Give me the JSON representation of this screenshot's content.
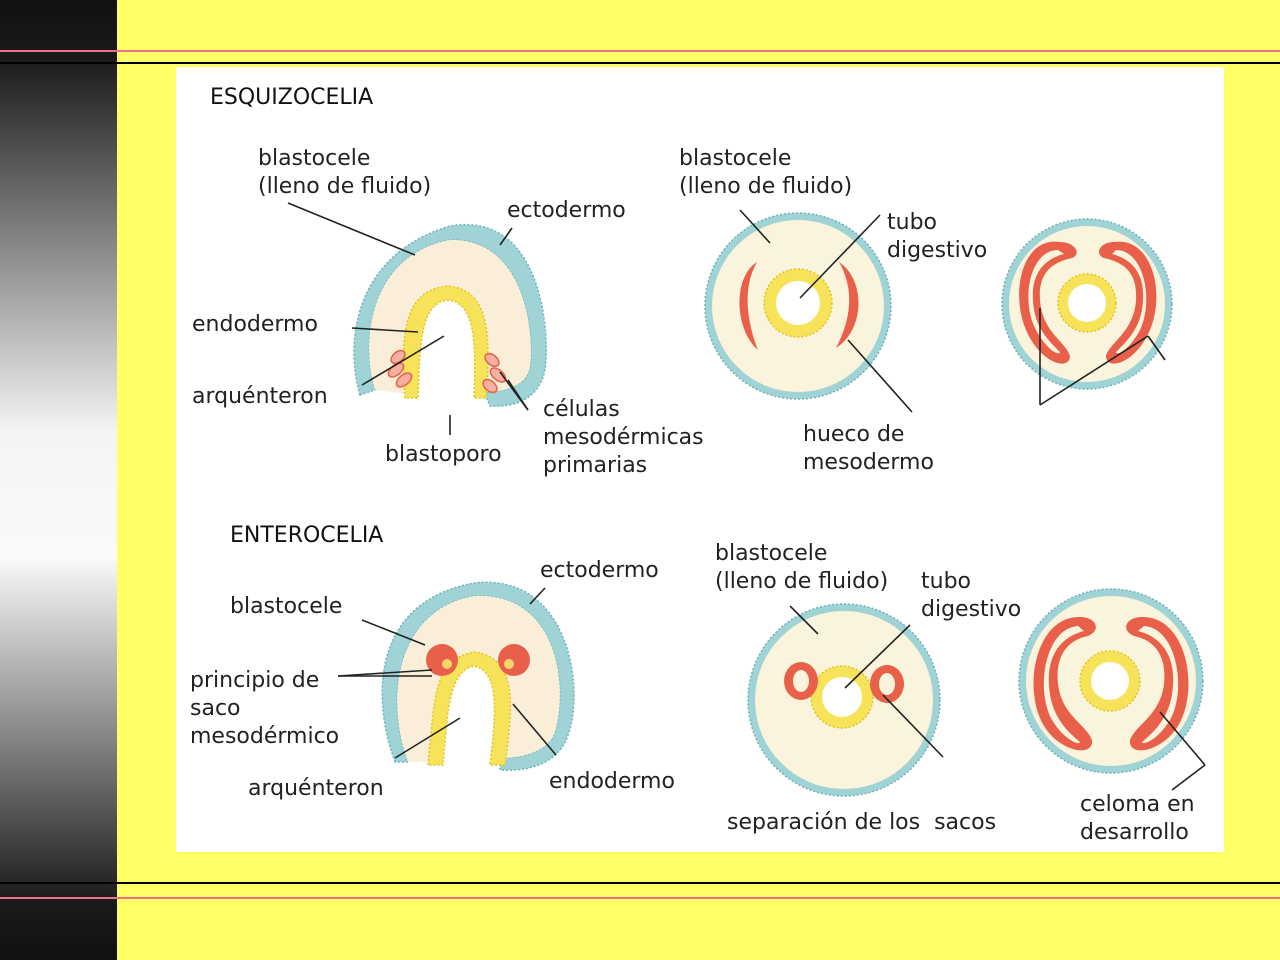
{
  "colors": {
    "slide_background": "#ffff66",
    "side_bar_dark": "#111111",
    "rule_dark": "#000000",
    "rule_pink": "#ee6f8a",
    "panel": "#ffffff",
    "blastocoel": "#fbeed8",
    "blastocoel_light": "#fbf4dc",
    "ectoderm": "#9fd3d6",
    "ectoderm_edge": "#6fb3b8",
    "endoderm": "#f7e35a",
    "endoderm_edge": "#e2c324",
    "mesoderm": "#e8604a",
    "mesoderm_light": "#f4b0a0"
  },
  "esquizocelia": {
    "title": "ESQUIZOCELIA",
    "stage1": {
      "blastocele_1": "blastocele",
      "blastocele_2": "(lleno de fluido)",
      "ectodermo": "ectodermo",
      "endodermo": "endodermo",
      "arquenteron": "arquénteron",
      "blastoporo": "blastoporo",
      "celulas_1": "células",
      "celulas_2": "mesodérmicas",
      "celulas_3": "primarias"
    },
    "stage2": {
      "blastocele_1": "blastocele",
      "blastocele_2": "(lleno de fluido)",
      "tubo_1": "tubo",
      "tubo_2": "digestivo",
      "hueco_1": "hueco de",
      "hueco_2": "mesodermo"
    }
  },
  "enterocelia": {
    "title": "ENTEROCELIA",
    "stage1": {
      "ectodermo": "ectodermo",
      "blastocele": "blastocele",
      "principio_1": "principio de",
      "principio_2": "saco",
      "principio_3": "mesodérmico",
      "arquenteron": "arquénteron",
      "endodermo": "endodermo"
    },
    "stage2": {
      "blastocele_1": "blastocele",
      "blastocele_2": "(lleno de fluido)",
      "tubo_1": "tubo",
      "tubo_2": "digestivo",
      "separacion": "separación de los  sacos"
    },
    "stage3": {
      "celoma_1": "celoma en",
      "celoma_2": "desarrollo"
    }
  }
}
